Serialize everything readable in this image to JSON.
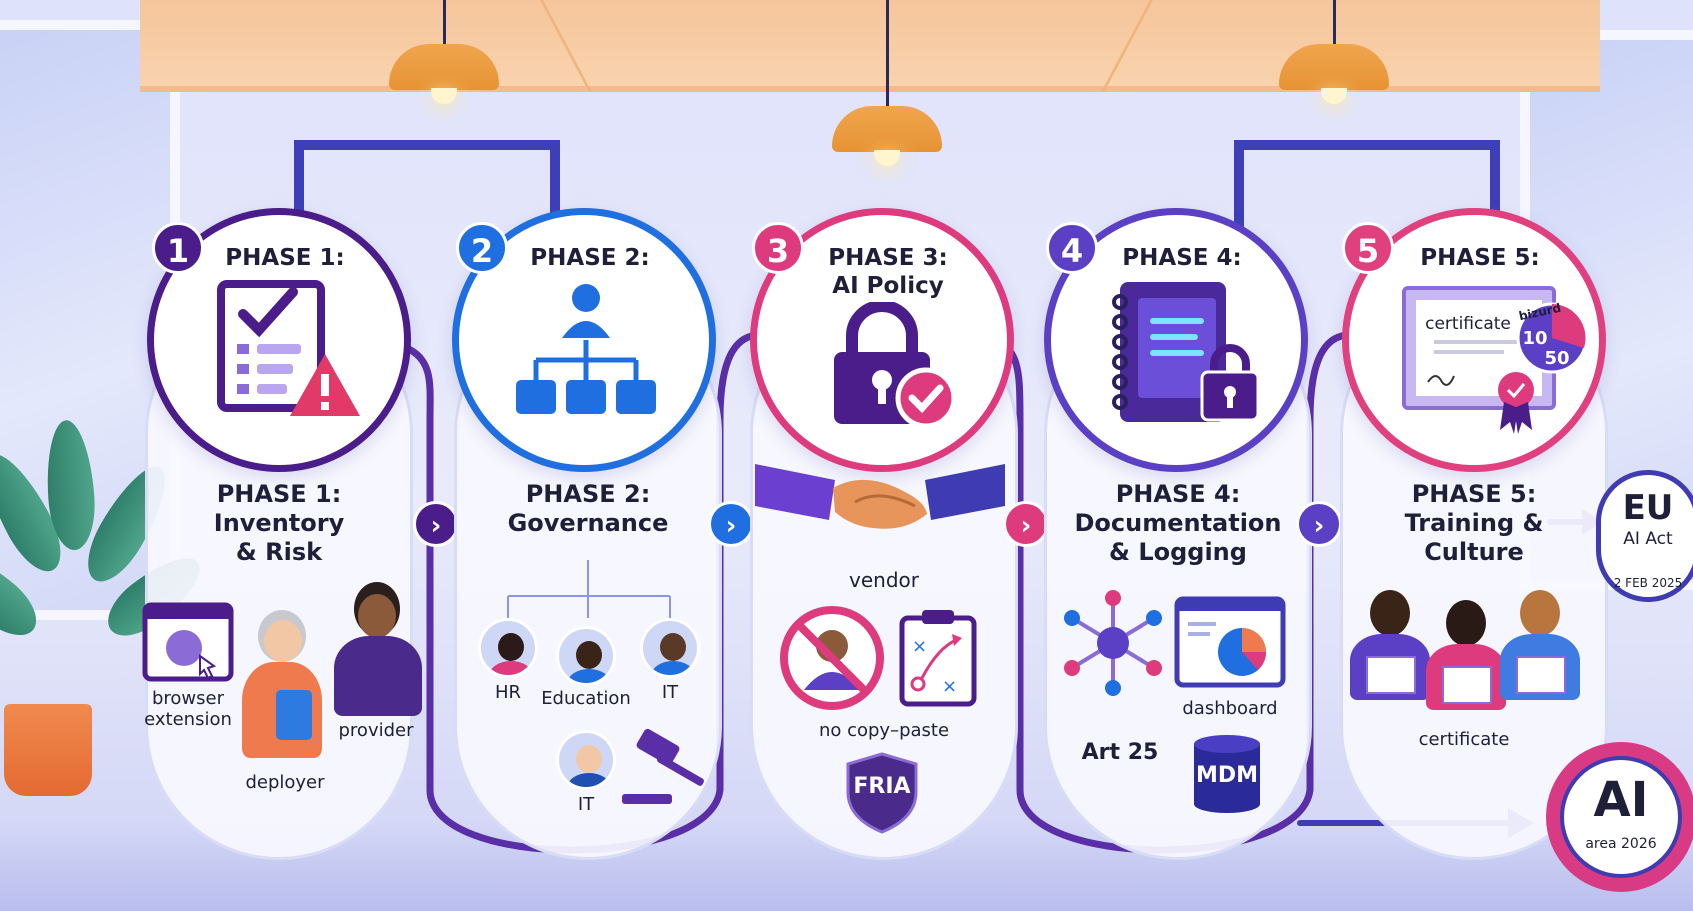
{
  "colors": {
    "phase1": "#4a1d8a",
    "phase2": "#1f6fe0",
    "phase3": "#de3a7e",
    "phase4": "#5b3fc4",
    "phase5": "#e0407e",
    "track_purple": "#5a2ea6",
    "track_blue": "#3e3bb3"
  },
  "phases": [
    {
      "number": "1",
      "ring_title": "PHASE 1:",
      "title_lines": [
        "PHASE 1:",
        "Inventory",
        "& Risk"
      ],
      "icon": "checklist-warning-icon",
      "labels": [
        "browser",
        "extension",
        "deployer",
        "provider"
      ]
    },
    {
      "number": "2",
      "ring_title": "PHASE 2:",
      "title_lines": [
        "PHASE 2:",
        "Governance"
      ],
      "icon": "org-chart-icon",
      "labels": [
        "HR",
        "Education",
        "IT",
        "IT"
      ]
    },
    {
      "number": "3",
      "ring_title_lines": [
        "PHASE 3:",
        "AI Policy"
      ],
      "icon": "padlock-check-icon",
      "labels": [
        "vendor",
        "no copy–paste",
        "FRIA"
      ]
    },
    {
      "number": "4",
      "ring_title": "PHASE 4:",
      "title_lines": [
        "PHASE 4:",
        "Documentation",
        "& Logging"
      ],
      "icon": "notebook-lock-icon",
      "labels": [
        "dashboard",
        "Art 25",
        "MDM"
      ]
    },
    {
      "number": "5",
      "ring_title": "PHASE 5:",
      "title_lines": [
        "PHASE 5:",
        "Training &",
        "Culture"
      ],
      "icon": "certificate-icon",
      "certificate": {
        "word": "certificate",
        "n1": "10",
        "n2": "50",
        "ribbon_text": "bizurd"
      },
      "labels": [
        "certificate"
      ]
    }
  ],
  "eu_badge": {
    "line1": "EU",
    "line2": "AI Act",
    "date": "2 FEB 2025"
  },
  "ai_seal": {
    "line1": "AI",
    "line2": "area 2026"
  },
  "arrow_glyph": "›"
}
